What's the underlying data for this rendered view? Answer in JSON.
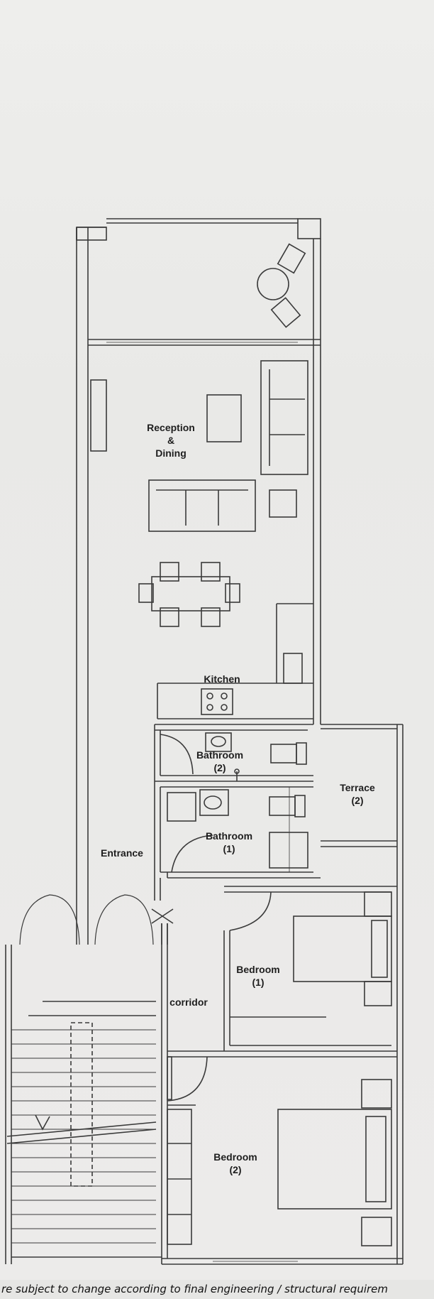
{
  "rooms": {
    "reception": {
      "line1": "Reception",
      "line2": "&",
      "line3": "Dining"
    },
    "kitchen": "Kitchen",
    "bathroom2": {
      "name": "Bathroom",
      "num": "(2)"
    },
    "bathroom1": {
      "name": "Bathroom",
      "num": "(1)"
    },
    "terrace": {
      "name": "Terrace",
      "num": "(2)"
    },
    "entrance": "Entrance",
    "corridor": "corridor",
    "bedroom1": {
      "name": "Bedroom",
      "num": "(1)"
    },
    "bedroom2": {
      "name": "Bedroom",
      "num": "(2)"
    }
  },
  "footer": "re subject to change according to final engineering / structural requirem",
  "colors": {
    "line": "#3a3a3a",
    "paper": "#ebebea"
  }
}
